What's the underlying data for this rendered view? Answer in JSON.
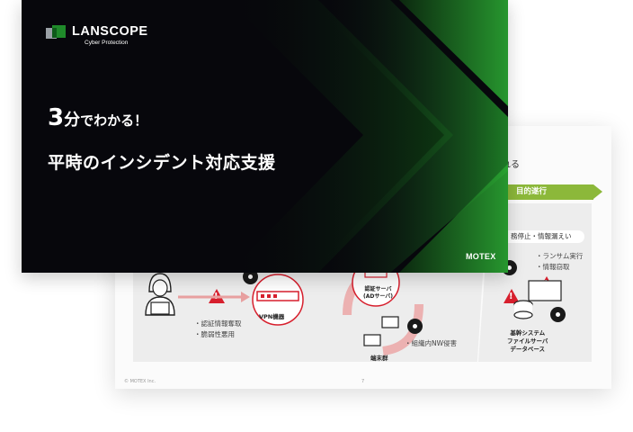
{
  "cover": {
    "logo_name": "LANSCOPE",
    "logo_sub": "Cyber Protection",
    "title_number": "3",
    "title_unit": "分",
    "title_rest": "でわかる！",
    "title_line2": "平時のインシデント対応支援",
    "brand": "MOTEX",
    "accent_color": "#1f8a2a",
    "background_color": "#07070c"
  },
  "back_slide": {
    "heading_fragment": "れる",
    "phase_label": "目的遂行",
    "impact_text": "務停止・情報漏えい",
    "attacker_notes": [
      "・認証情報奪取",
      "・脆弱性悪用"
    ],
    "vpn_label": "VPN機器",
    "auth_server_label": "認証サーバ\n(ADサーバ)",
    "terminals_label": "端末群",
    "internal_note": "・組織内NW侵害",
    "objective_notes": [
      "・ランサム実行",
      "・情報窃取"
    ],
    "core_system_label": "基幹システム\nファイルサーバ\nデータベース",
    "footer_copyright": "© MOTEX Inc.",
    "footer_page": "7",
    "phase_color": "#8cb83a",
    "warning_color": "#d71f2d"
  }
}
